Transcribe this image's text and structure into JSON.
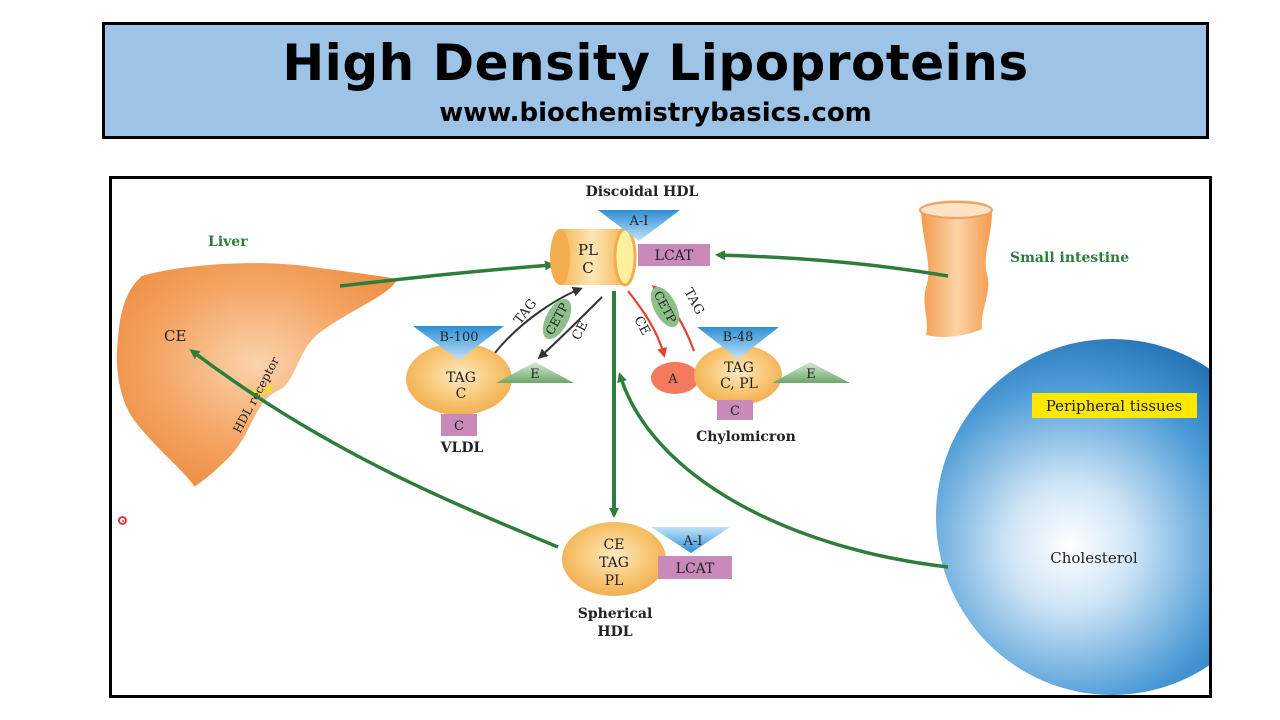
{
  "header": {
    "title": "High Density Lipoproteins",
    "subtitle": "www.biochemistrybasics.com"
  },
  "diagram": {
    "discoidal_hdl": {
      "caption": "Discoidal HDL",
      "core_line1": "PL",
      "core_line2": "C",
      "apo": "A-I",
      "enzyme": "LCAT"
    },
    "liver": {
      "caption": "Liver",
      "content": "CE",
      "receptor": "HDL receptor"
    },
    "small_intestine": {
      "caption": "Small intestine"
    },
    "vldl": {
      "caption": "VLDL",
      "apo_top": "B-100",
      "core_line1": "TAG",
      "core_line2": "C",
      "apo_right": "E",
      "apo_bottom": "C"
    },
    "chylomicron": {
      "caption": "Chylomicron",
      "apo_top": "B-48",
      "core_line1": "TAG",
      "core_line2": "C, PL",
      "apo_right": "E",
      "apo_bottom": "C",
      "apo_left": "A"
    },
    "exchange_vldl": {
      "tag": "TAG",
      "cetp": "CETP",
      "ce": "CE"
    },
    "exchange_chylo": {
      "tag": "TAG",
      "cetp": "CETP",
      "ce": "CE"
    },
    "spherical_hdl": {
      "caption_line1": "Spherical",
      "caption_line2": "HDL",
      "core_line1": "CE",
      "core_line2": "TAG",
      "core_line3": "PL",
      "apo": "A-I",
      "enzyme": "LCAT"
    },
    "peripheral": {
      "label": "Peripheral tissues",
      "content": "Cholesterol"
    }
  },
  "colors": {
    "banner": "#9dc3e6",
    "arrow_green": "#2e7d3a",
    "arrow_red": "#e5442e",
    "lipoprotein": "#f7c068",
    "liver": "#f0954a",
    "apo_blue": "#5fb4e6",
    "enzyme_pink": "#c98ab9",
    "apo_green": "#7fb07d",
    "tissue_blue": "#2a7fc4",
    "highlight_yellow": "#ffe800"
  }
}
